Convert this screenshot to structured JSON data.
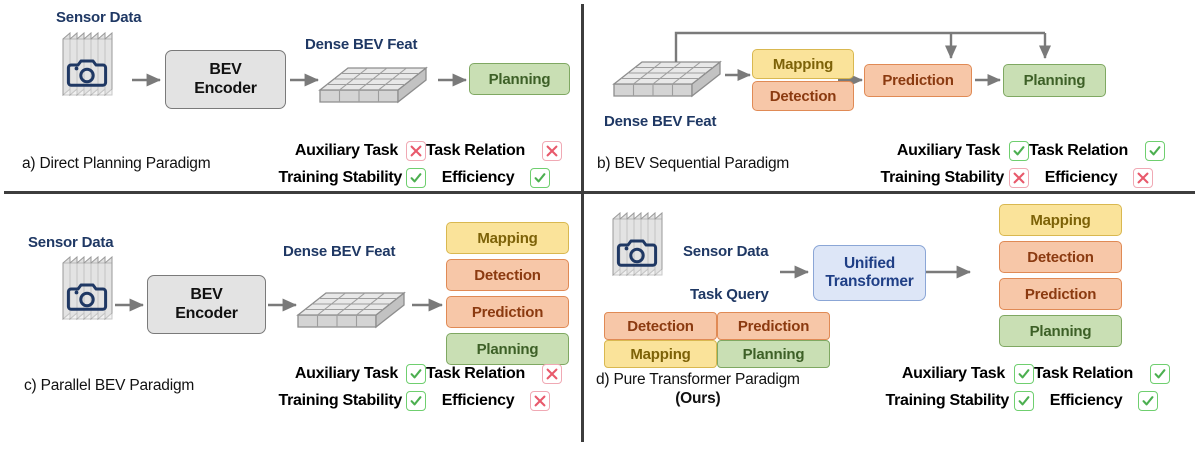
{
  "figure": {
    "panels": [
      {
        "id": "a",
        "caption": "a) Direct Planning Paradigm",
        "labels": {
          "sensor": "Sensor Data",
          "bev": "Dense BEV Feat"
        },
        "encoder": {
          "line1": "BEV",
          "line2": "Encoder"
        },
        "tasks": [
          {
            "label": "Planning",
            "color": "#c9dfb4"
          }
        ],
        "attributes": [
          {
            "label": "Auxiliary Task",
            "value": "no"
          },
          {
            "label": "Task Relation",
            "value": "no"
          },
          {
            "label": "Training Stability",
            "value": "yes"
          },
          {
            "label": "Efficiency",
            "value": "yes"
          }
        ]
      },
      {
        "id": "b",
        "caption": "b) BEV Sequential Paradigm",
        "labels": {
          "bev": "Dense BEV Feat"
        },
        "tasks": [
          {
            "label": "Mapping",
            "color": "#fae39a"
          },
          {
            "label": "Detection",
            "color": "#f7c7a8"
          },
          {
            "label": "Prediction",
            "color": "#f7c7a8"
          },
          {
            "label": "Planning",
            "color": "#c9dfb4"
          }
        ],
        "attributes": [
          {
            "label": "Auxiliary Task",
            "value": "yes"
          },
          {
            "label": "Task Relation",
            "value": "yes"
          },
          {
            "label": "Training Stability",
            "value": "no"
          },
          {
            "label": "Efficiency",
            "value": "no"
          }
        ]
      },
      {
        "id": "c",
        "caption": "c) Parallel BEV Paradigm",
        "labels": {
          "sensor": "Sensor Data",
          "bev": "Dense BEV Feat"
        },
        "encoder": {
          "line1": "BEV",
          "line2": "Encoder"
        },
        "tasks": [
          {
            "label": "Mapping",
            "color": "#fae39a"
          },
          {
            "label": "Detection",
            "color": "#f7c7a8"
          },
          {
            "label": "Prediction",
            "color": "#f7c7a8"
          },
          {
            "label": "Planning",
            "color": "#c9dfb4"
          }
        ],
        "attributes": [
          {
            "label": "Auxiliary Task",
            "value": "yes"
          },
          {
            "label": "Task Relation",
            "value": "no"
          },
          {
            "label": "Training Stability",
            "value": "yes"
          },
          {
            "label": "Efficiency",
            "value": "no"
          }
        ]
      },
      {
        "id": "d",
        "caption": "d) Pure Transformer Paradigm",
        "caption_suffix": "(Ours)",
        "labels": {
          "sensor": "Sensor Data",
          "task_query": "Task Query"
        },
        "transformer": {
          "line1": "Unified",
          "line2": "Transformer"
        },
        "query_tasks": [
          {
            "label": "Detection",
            "color": "#f7c7a8"
          },
          {
            "label": "Prediction",
            "color": "#f7c7a8"
          },
          {
            "label": "Mapping",
            "color": "#fae39a"
          },
          {
            "label": "Planning",
            "color": "#c9dfb4"
          }
        ],
        "tasks": [
          {
            "label": "Mapping",
            "color": "#fae39a"
          },
          {
            "label": "Detection",
            "color": "#f7c7a8"
          },
          {
            "label": "Prediction",
            "color": "#f7c7a8"
          },
          {
            "label": "Planning",
            "color": "#c9dfb4"
          }
        ],
        "attributes": [
          {
            "label": "Auxiliary Task",
            "value": "yes"
          },
          {
            "label": "Task Relation",
            "value": "yes"
          },
          {
            "label": "Training Stability",
            "value": "yes"
          },
          {
            "label": "Efficiency",
            "value": "yes"
          }
        ]
      }
    ],
    "colors": {
      "label_blue": "#1f3864",
      "mapping": "#fae39a",
      "detection": "#f7c7a8",
      "prediction": "#f7c7a8",
      "planning": "#c9dfb4",
      "encoder": "#e3e3e3",
      "transformer": "#dde6f7",
      "check_green": "#4caf50",
      "cross_red": "#e8596b",
      "arrow_gray": "#7a7a7a",
      "divider": "#3d3d3d"
    }
  }
}
